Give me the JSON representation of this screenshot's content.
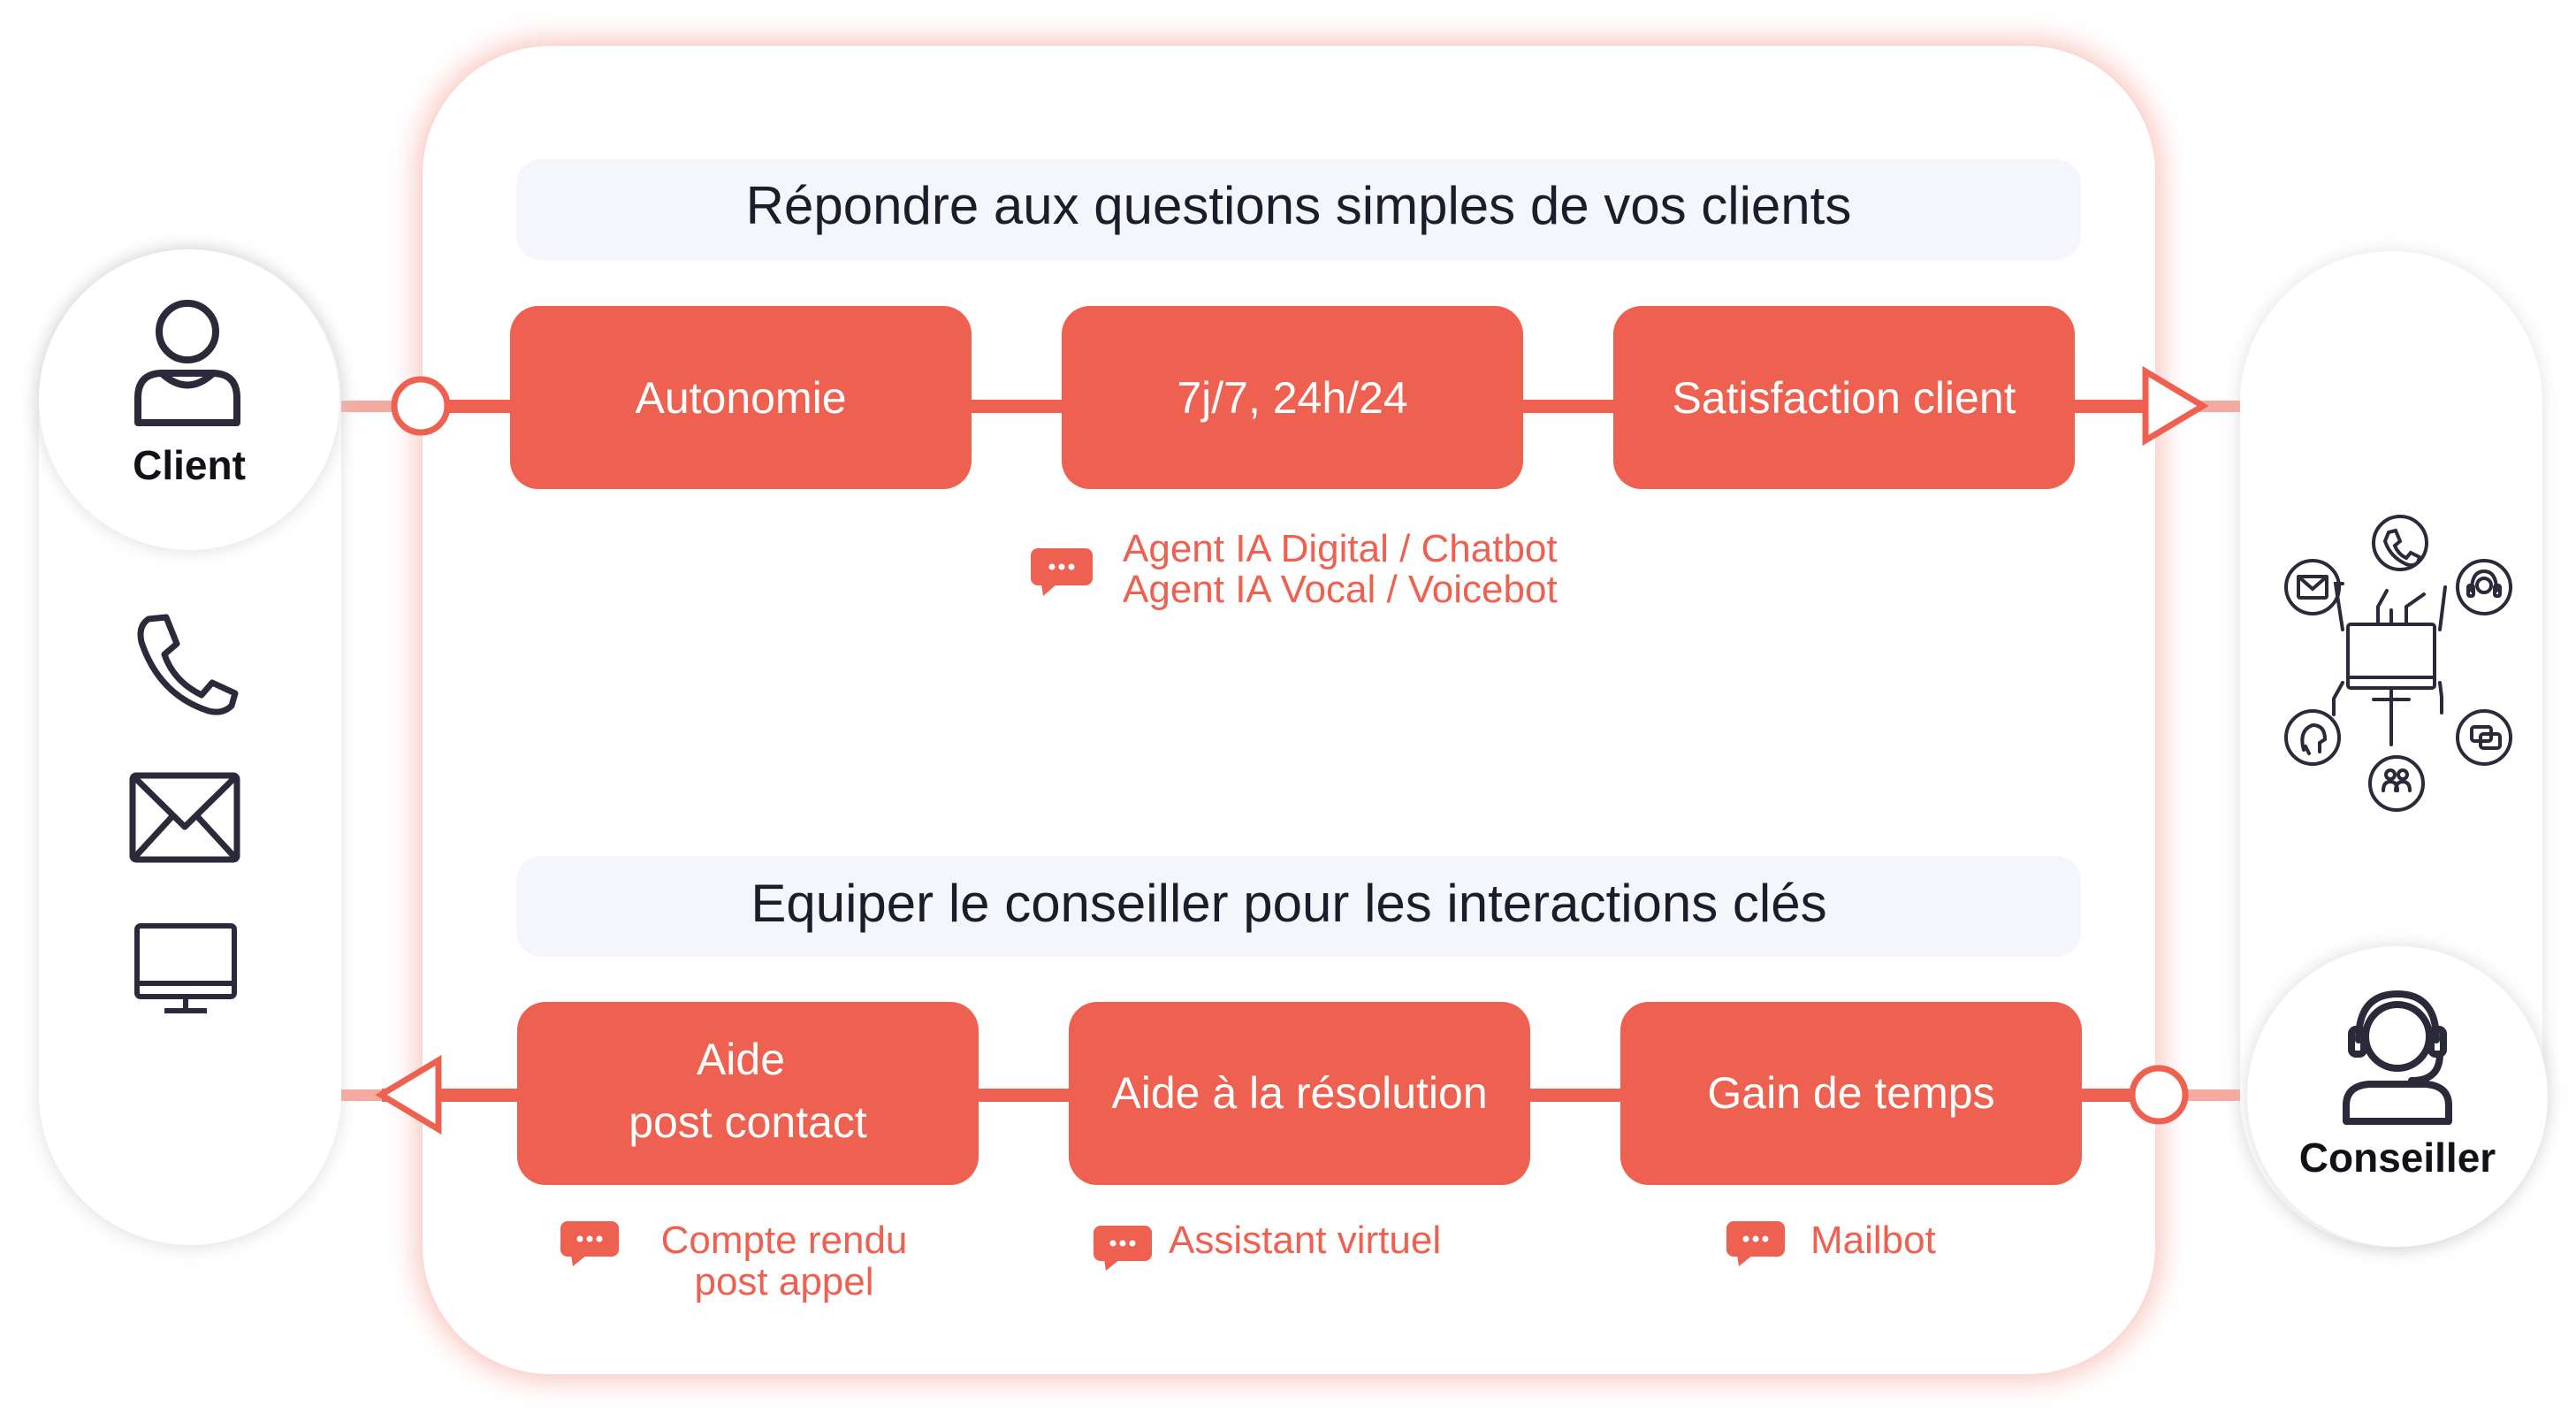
{
  "diagram": {
    "client": {
      "label": "Client",
      "channels": [
        "phone-icon",
        "mail-icon",
        "monitor-icon"
      ]
    },
    "conseiller": {
      "label": "Conseiller",
      "channels": [
        "phone-icon",
        "headset-icon",
        "chat-icon",
        "users-icon",
        "agent-icon",
        "mail-icon",
        "monitor-icon"
      ]
    },
    "sections": [
      {
        "title": "Répondre aux questions simples de vos clients",
        "boxes": [
          "Autonomie",
          "7j/7, 24h/24",
          "Satisfaction client"
        ],
        "tags": [
          {
            "lines": [
              "Agent IA Digital / Chatbot",
              "Agent IA Vocal / Voicebot"
            ]
          }
        ]
      },
      {
        "title": "Equiper le conseiller pour les interactions clés",
        "boxes": [
          [
            "Aide",
            "post contact"
          ],
          "Aide à la résolution",
          "Gain de temps"
        ],
        "tags": [
          {
            "lines": [
              "Compte rendu",
              "post appel"
            ]
          },
          {
            "lines": [
              "Assistant virtuel"
            ]
          },
          {
            "lines": [
              "Mailbot"
            ]
          }
        ]
      }
    ],
    "colors": {
      "accent": "#EE6150",
      "panel": "#F5F6FC",
      "text": "#1C1C2A",
      "icon": "#2A2A3A",
      "glow": "#F7B7AE"
    }
  }
}
